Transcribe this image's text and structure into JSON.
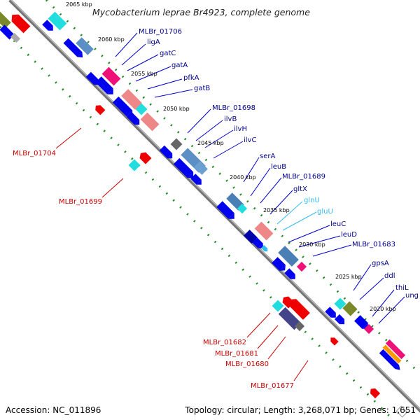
{
  "title": "Mycobacterium leprae Br4923, complete genome",
  "footer": {
    "accession": "Accession: NC_011896",
    "stats": "Topology: circular; Length: 3,268,071 bp; Genes: 1,651"
  },
  "colors": {
    "forward_gene": "#0000ee",
    "reverse_gene": "#ee0000",
    "label_forward": "#00008b",
    "label_reverse": "#cc0000",
    "label_rna": "#33bbee",
    "backbone": "#999999",
    "tick_dots": "#228b22"
  },
  "kbp_marks": [
    "2065 kbp",
    "2060 kbp",
    "2055 kbp",
    "2050 kbp",
    "2045 kbp",
    "2040 kbp",
    "2035 kbp",
    "2030 kbp",
    "2025 kbp",
    "2020 kbp"
  ],
  "forward_labels": [
    "MLBr_01706",
    "ligA",
    "gatC",
    "gatA",
    "pfkA",
    "gatB",
    "MLBr_01698",
    "ilvB",
    "ilvH",
    "ilvC",
    "serA",
    "leuB",
    "MLBr_01689",
    "gltX",
    "leuC",
    "leuD",
    "MLBr_01683",
    "gpsA",
    "ddl",
    "thiL",
    "ung"
  ],
  "rna_labels": [
    "glnU",
    "gluU"
  ],
  "reverse_labels": [
    "MLBr_01704",
    "MLBr_01699",
    "MLBr_01682",
    "MLBr_01681",
    "MLBr_01680",
    "MLBr_01677"
  ]
}
